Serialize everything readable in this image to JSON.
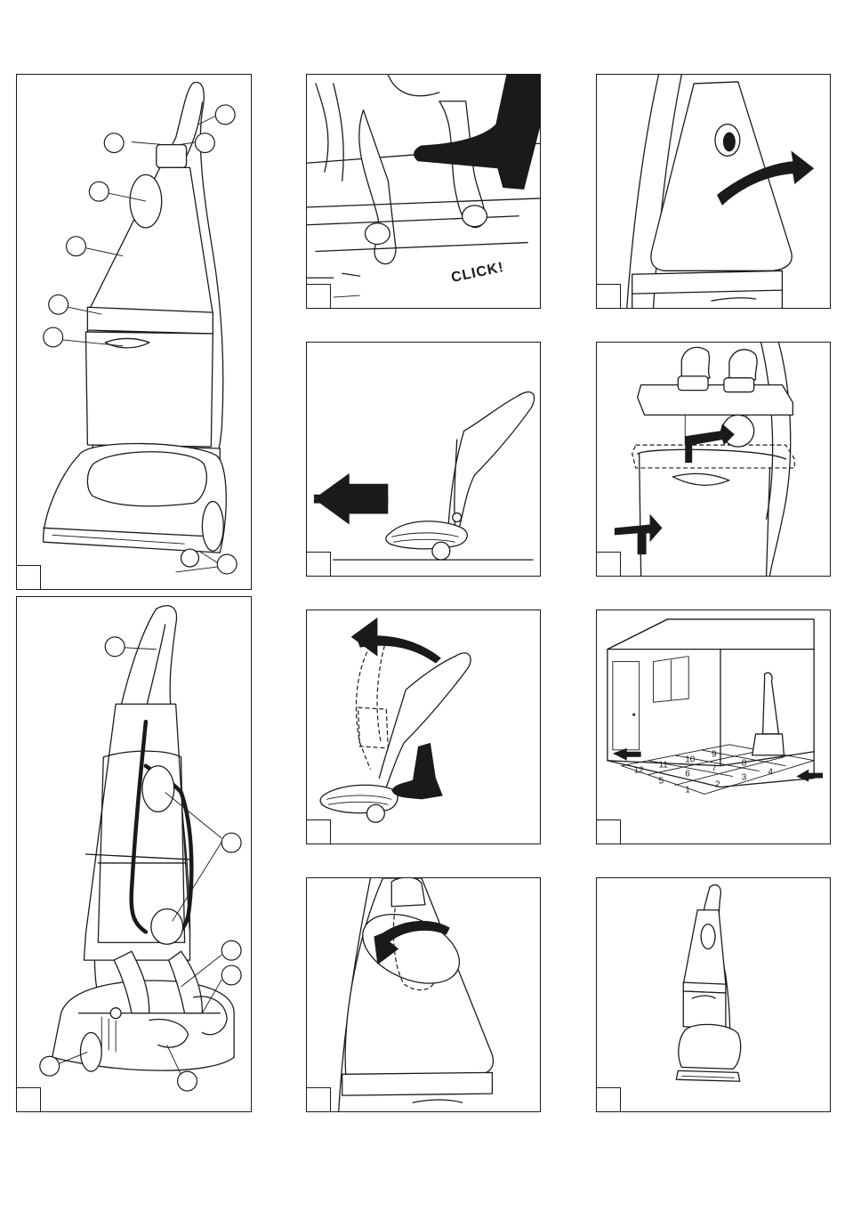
{
  "panels": [
    {
      "id": "overview-front",
      "step_number": ""
    },
    {
      "id": "foot-release",
      "step_number": "",
      "caption": "CLICK!"
    },
    {
      "id": "lid-open",
      "step_number": ""
    },
    {
      "id": "push-forward",
      "step_number": ""
    },
    {
      "id": "lift-top",
      "step_number": ""
    },
    {
      "id": "tilt-handle",
      "step_number": ""
    },
    {
      "id": "room-pattern",
      "step_number": "",
      "grid_numbers": [
        "12",
        "11",
        "10",
        "9",
        "5",
        "6",
        "7",
        "8",
        "1",
        "2",
        "3",
        "4"
      ]
    },
    {
      "id": "overview-back",
      "step_number": ""
    },
    {
      "id": "rotate-knob",
      "step_number": ""
    },
    {
      "id": "parked",
      "step_number": ""
    }
  ]
}
